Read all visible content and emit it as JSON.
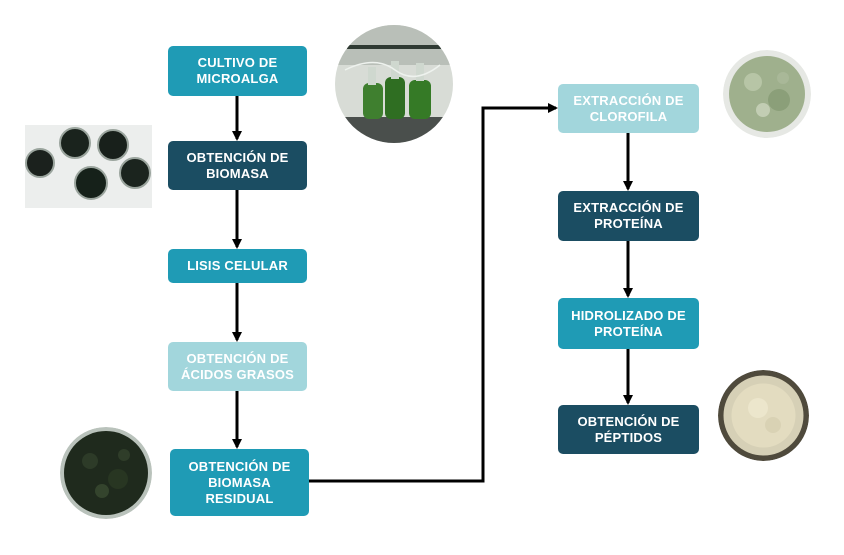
{
  "steps": {
    "cultivo": "CULTIVO DE\nMICROALGA",
    "obtencion_biomasa": "OBTENCIÓN DE\nBIOMASA",
    "lisis": "LISIS CELULAR",
    "acidos_grasos": "OBTENCIÓN DE\nÁCIDOS GRASOS",
    "biomasa_residual": "OBTENCIÓN DE\nBIOMASA\nRESIDUAL",
    "clorofila": "EXTRACCIÓN DE\nCLOROFILA",
    "proteina": "EXTRACCIÓN DE\nPROTEÍNA",
    "hidrolizado": "HIDROLIZADO DE\nPROTEÍNA",
    "peptidos": "OBTENCIÓN DE\nPÉPTIDOS"
  },
  "colors": {
    "teal": "#1f9bb5",
    "dark": "#1b4d62",
    "light": "#a2d6dc",
    "arrow": "#000000"
  },
  "photos": [
    "flasks-photo",
    "petri-dishes-photo",
    "residual-biomass-photo",
    "chlorophyll-powder-photo",
    "peptide-powder-photo"
  ]
}
